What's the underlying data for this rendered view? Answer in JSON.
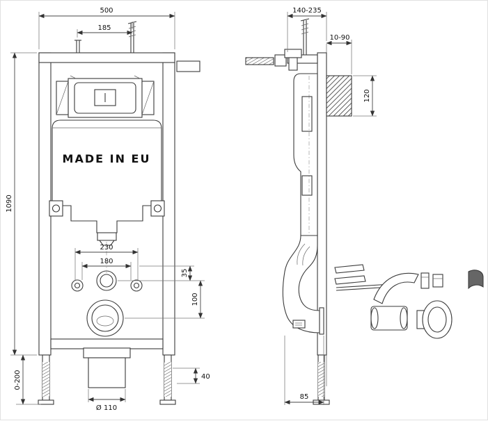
{
  "drawing": {
    "brand_mark": "MADE IN EU",
    "front": {
      "width": "500",
      "supply_offset": "185",
      "height": "1090",
      "foot_adjust": "0-200",
      "fixing_span_outer": "230",
      "fixing_span_inner": "180",
      "offset_small": "35",
      "outlet_drop": "100",
      "foot_plate": "40",
      "outlet_diameter": "Ø 110"
    },
    "side": {
      "depth_range": "140-235",
      "wall_clearance": "10-90",
      "plate_height": "120",
      "outlet_offset": "85"
    }
  }
}
